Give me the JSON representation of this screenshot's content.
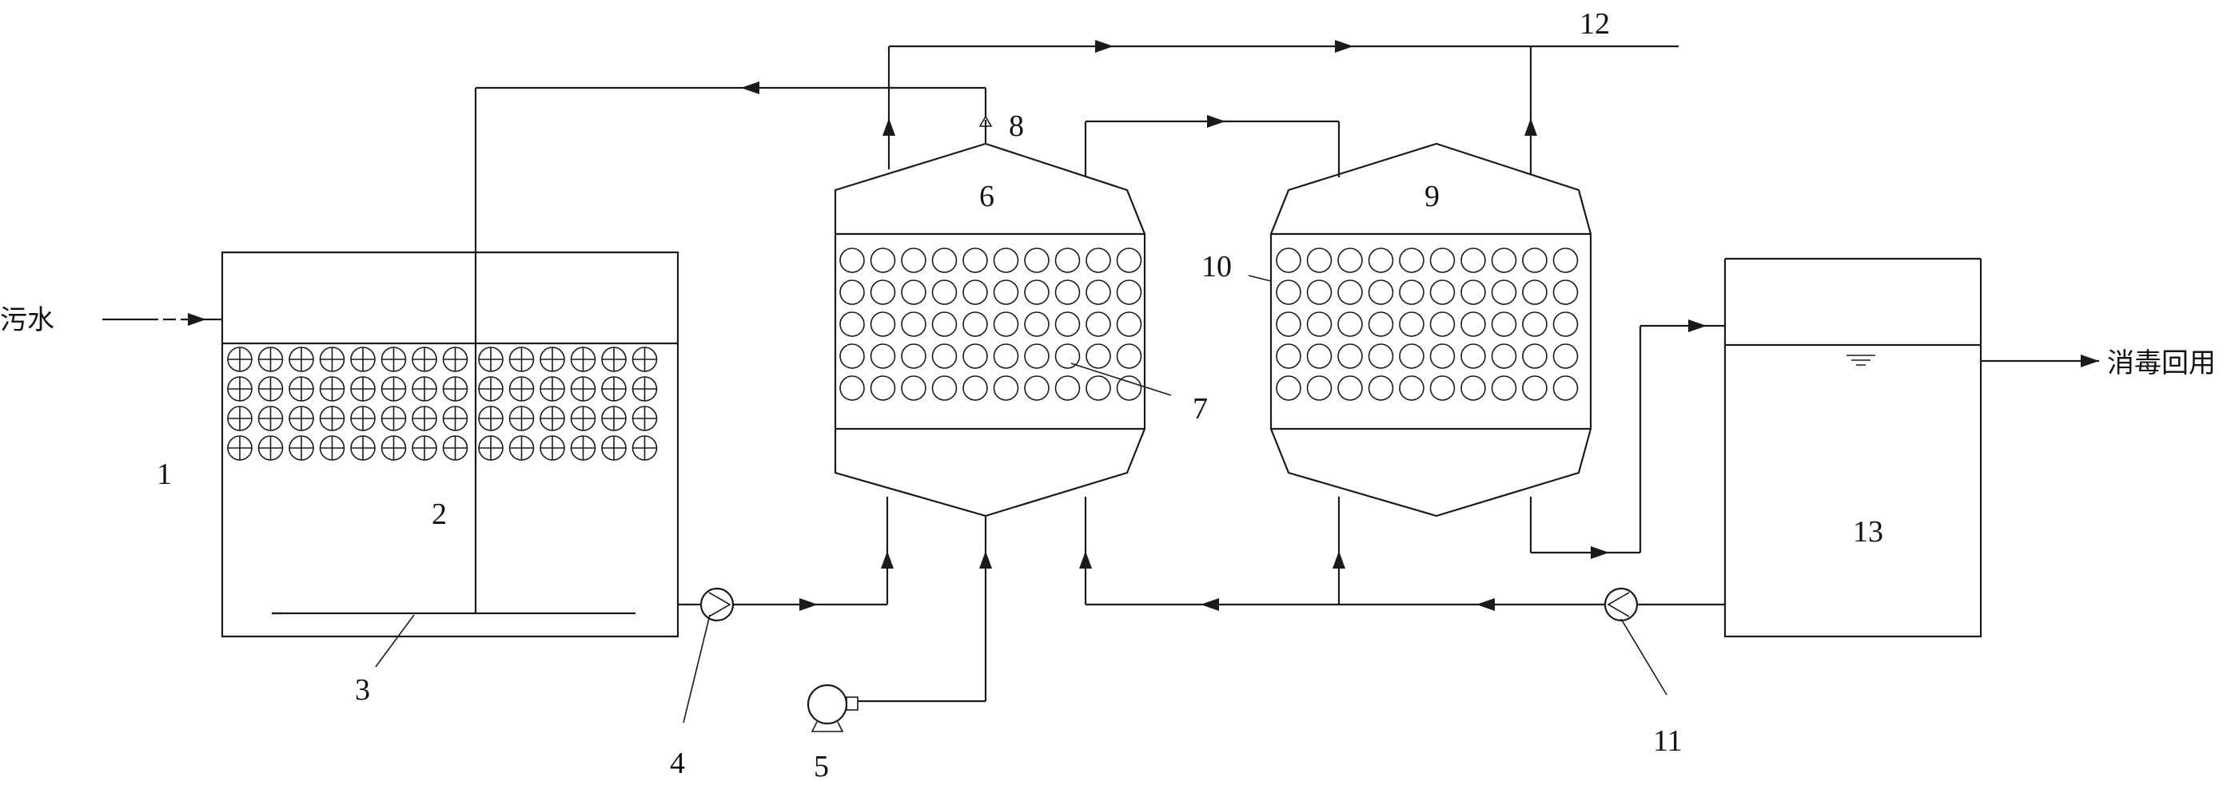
{
  "labels": {
    "inlet": "污水",
    "outlet": "消毒回用",
    "n1": "1",
    "n2": "2",
    "n3": "3",
    "n4": "4",
    "n5": "5",
    "n6": "6",
    "n7": "7",
    "n8": "8",
    "n9": "9",
    "n10": "10",
    "n11": "11",
    "n12": "12",
    "n13": "13"
  }
}
